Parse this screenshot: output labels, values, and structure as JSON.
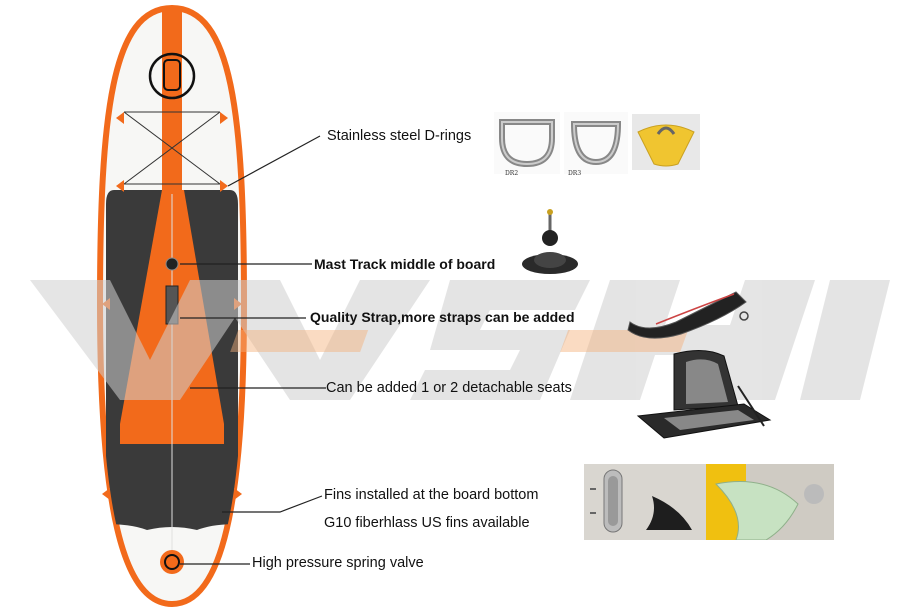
{
  "labels": {
    "d_rings": "Stainless steel D-rings",
    "mast_track": "Mast Track middle of board",
    "strap": "Quality Strap,more straps can be added",
    "seats": "Can be added 1 or 2 detachable seats",
    "fins_bottom": "Fins installed at the board bottom",
    "fins_g10": "G10 fiberhlass US fins available",
    "valve": "High pressure spring valve"
  },
  "captions": {
    "dr2": "DR2",
    "dr3": "DR3"
  },
  "colors": {
    "orange": "#f26a1b",
    "deck": "#3a3a3a",
    "board_white": "#f7f7f5",
    "line": "#222222",
    "watermark": "#cfcfcf"
  },
  "icons": [
    "d-ring-icon",
    "mast-base-icon",
    "strap-icon",
    "seat-icon",
    "fin-icon",
    "valve-icon"
  ]
}
